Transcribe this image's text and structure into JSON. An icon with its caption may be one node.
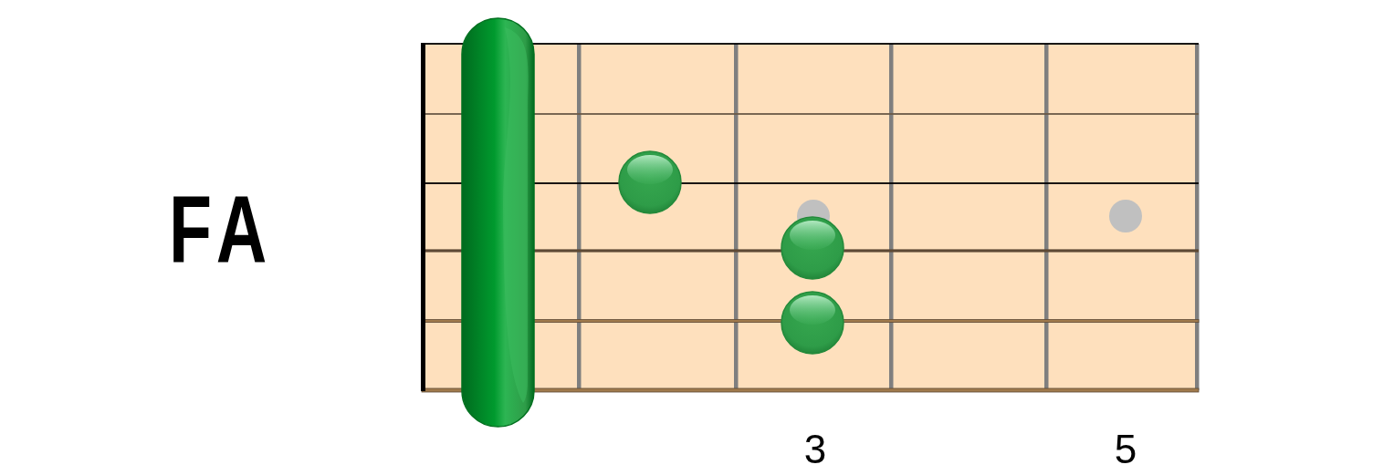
{
  "diagram": {
    "title": "FA",
    "labels": [
      "3",
      "5"
    ]
  }
}
